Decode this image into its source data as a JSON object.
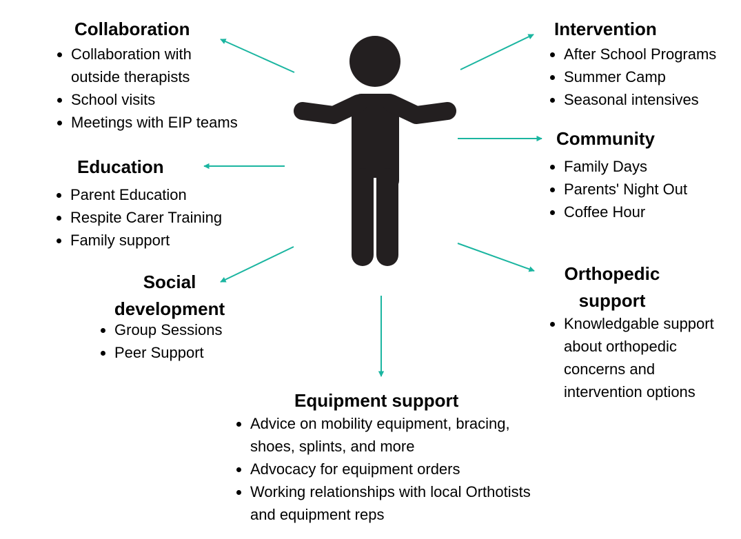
{
  "colors": {
    "arrow": "#1ab5a0",
    "figure": "#231f20",
    "text": "#000000"
  },
  "figure": {
    "icon": "person-icon"
  },
  "sections": {
    "collaboration": {
      "title": "Collaboration",
      "items": [
        "Collaboration with outside therapists",
        "School visits",
        "Meetings with EIP teams"
      ]
    },
    "education": {
      "title": "Education",
      "items": [
        "Parent Education",
        "Respite Carer Training",
        "Family support"
      ]
    },
    "social": {
      "title": "Social development",
      "items": [
        "Group Sessions",
        "Peer Support"
      ]
    },
    "equipment": {
      "title": "Equipment support",
      "items": [
        "Advice on mobility equipment, bracing, shoes, splints, and more",
        "Advocacy for equipment orders",
        "Working relationships with local Orthotists and  equipment reps"
      ]
    },
    "intervention": {
      "title": "Intervention",
      "items": [
        "After School Programs",
        "Summer Camp",
        "Seasonal intensives"
      ]
    },
    "community": {
      "title": "Community",
      "items": [
        "Family Days",
        "Parents' Night Out",
        "Coffee Hour"
      ]
    },
    "orthopedic": {
      "title": "Orthopedic support",
      "items": [
        "Knowledgable support about orthopedic concerns and intervention options"
      ]
    }
  }
}
